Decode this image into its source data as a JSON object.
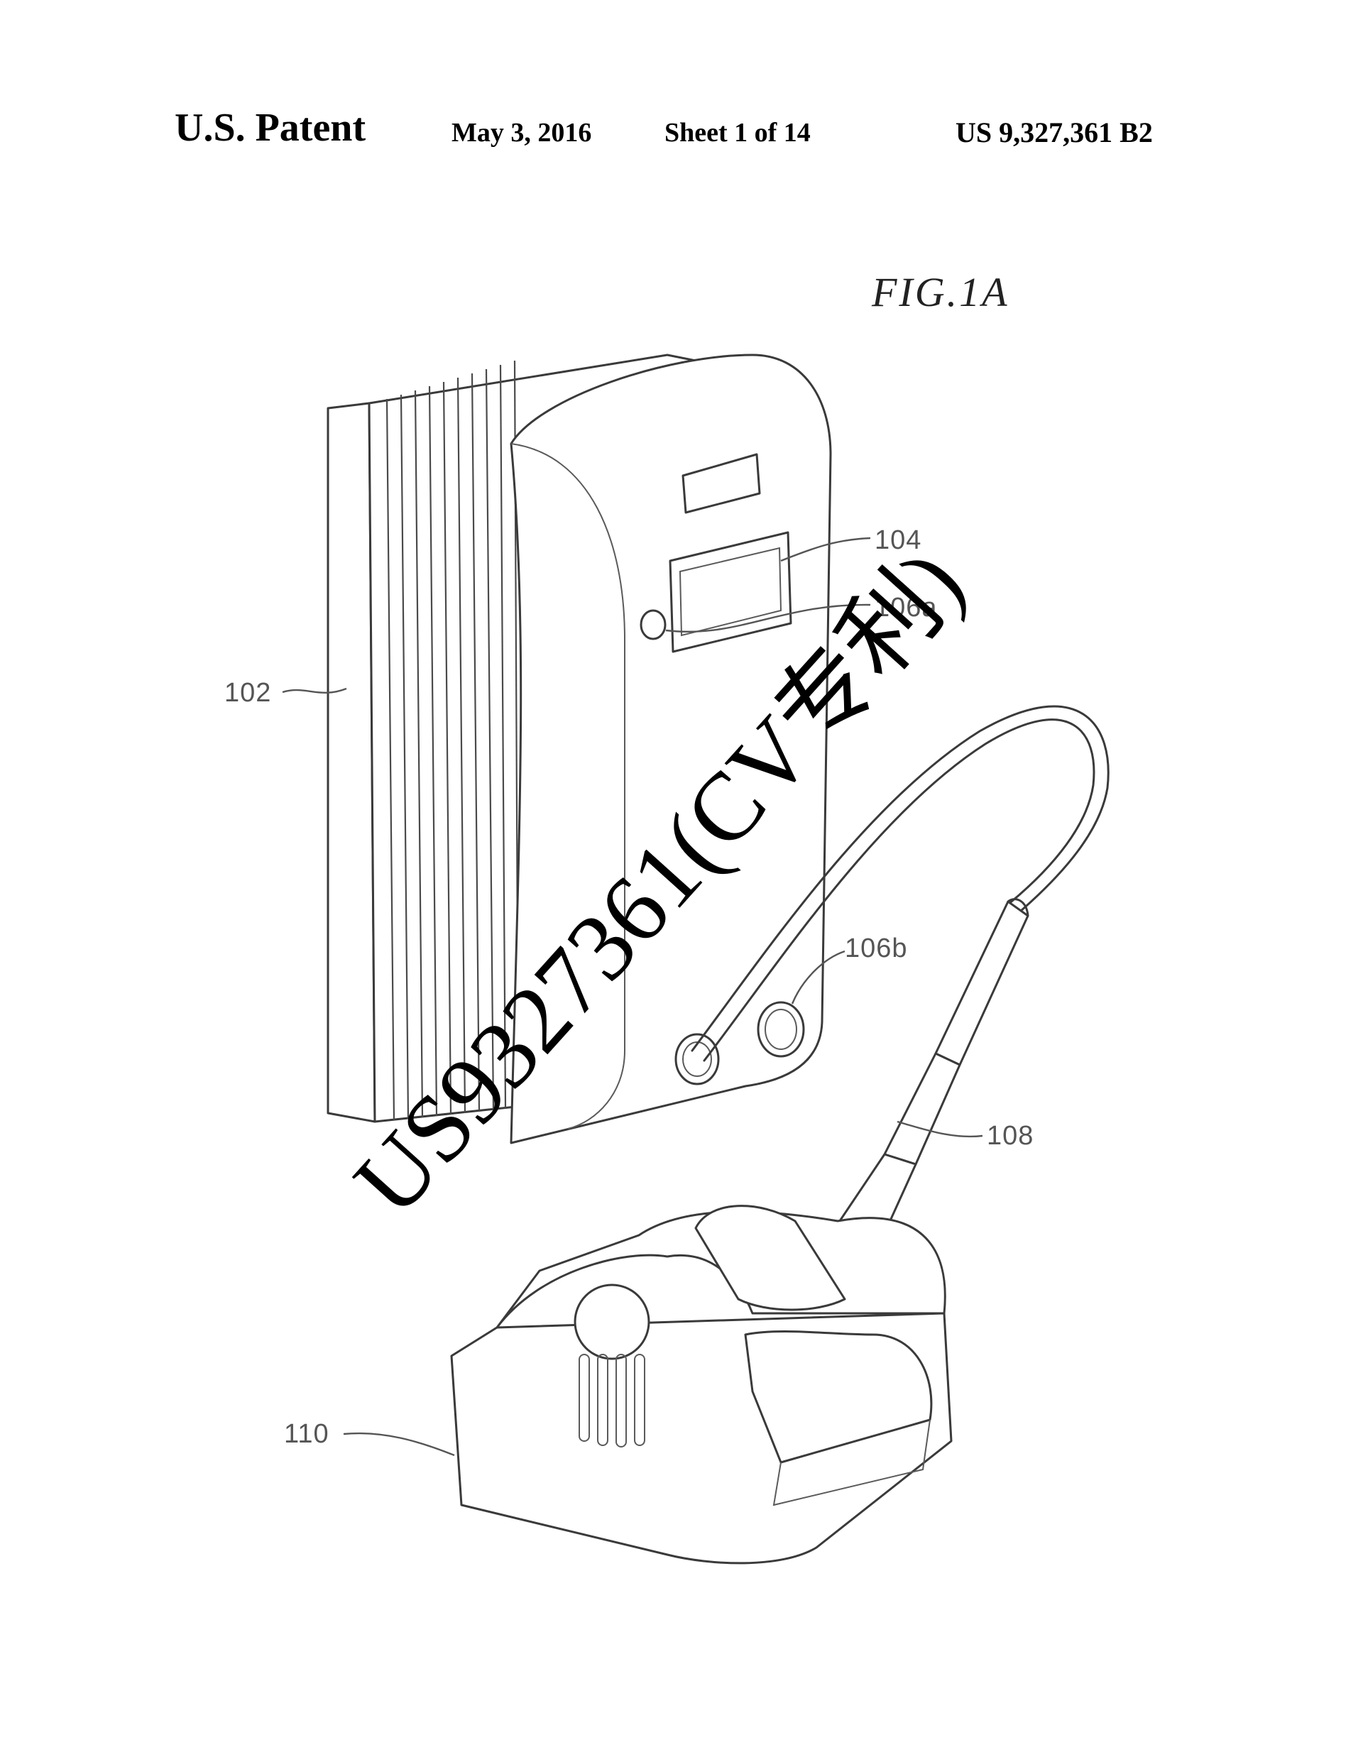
{
  "header": {
    "title": "U.S. Patent",
    "date": "May 3, 2016",
    "sheet": "Sheet 1 of 14",
    "patent_number": "US 9,327,361 B2"
  },
  "figure": {
    "label": "FIG.1A",
    "reference_numerals": {
      "r102": "102",
      "r104": "104",
      "r106a": "106a",
      "r106b": "106b",
      "r108": "108",
      "r110": "110"
    }
  },
  "watermark": {
    "text": "US9327361(CV专利)"
  },
  "colors": {
    "ink": "#000000",
    "line": "#3a3a3a",
    "background": "#ffffff"
  }
}
